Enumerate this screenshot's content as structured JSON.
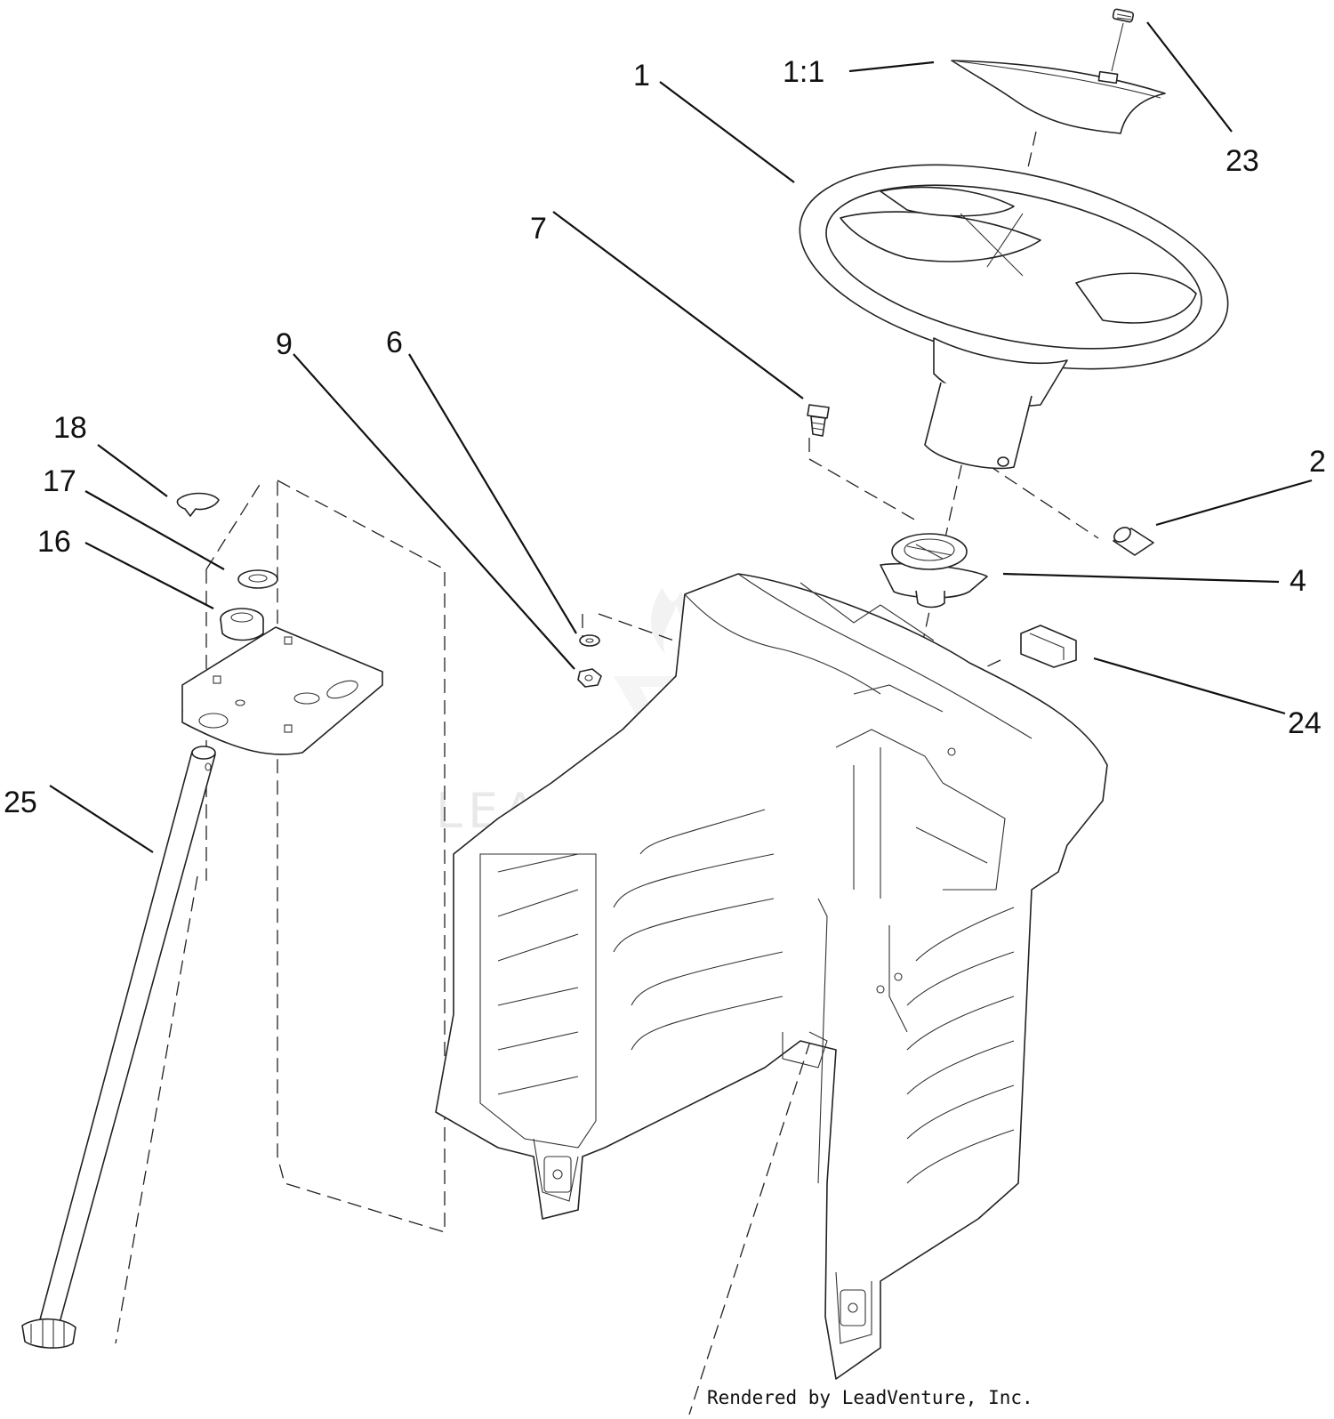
{
  "diagram": {
    "callouts": [
      {
        "id": "c1",
        "label": "1"
      },
      {
        "id": "c1-1",
        "label": "1:1"
      },
      {
        "id": "c23",
        "label": "23"
      },
      {
        "id": "c7",
        "label": "7"
      },
      {
        "id": "c9",
        "label": "9"
      },
      {
        "id": "c6",
        "label": "6"
      },
      {
        "id": "c18",
        "label": "18"
      },
      {
        "id": "c17",
        "label": "17"
      },
      {
        "id": "c16",
        "label": "16"
      },
      {
        "id": "c2",
        "label": "2"
      },
      {
        "id": "c4",
        "label": "4"
      },
      {
        "id": "c24",
        "label": "24"
      },
      {
        "id": "c25",
        "label": "25"
      }
    ],
    "watermark": "LEADVENTURE",
    "credit": "Rendered by LeadVenture, Inc."
  }
}
